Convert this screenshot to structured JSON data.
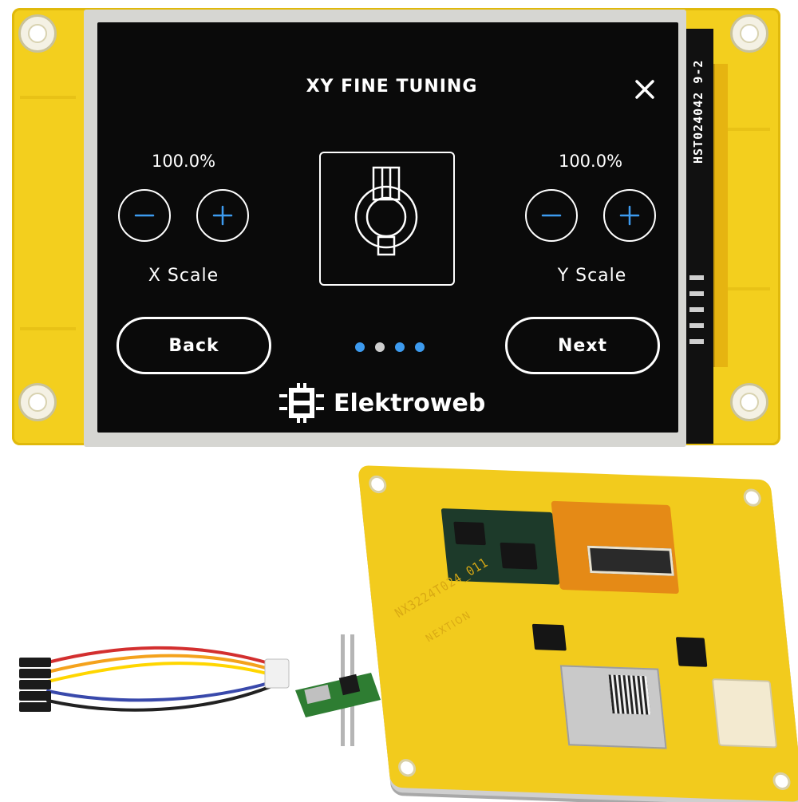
{
  "screen": {
    "title": "XY FINE TUNING",
    "close_icon": "close-icon",
    "x_scale": {
      "value": "100.0%",
      "label": "X Scale",
      "minus_icon": "minus-icon",
      "plus_icon": "plus-icon"
    },
    "y_scale": {
      "value": "100.0%",
      "label": "Y Scale",
      "minus_icon": "minus-icon",
      "plus_icon": "plus-icon"
    },
    "preview_icon": "nozzle-icon",
    "back_label": "Back",
    "next_label": "Next",
    "pagination": {
      "total": 4,
      "active_index": 2,
      "colors": [
        "#3d9bef",
        "#cfcfcf",
        "#3d9bef",
        "#3d9bef"
      ]
    },
    "accent_color": "#3d9bef"
  },
  "watermark": {
    "brand": "Elektroweb",
    "logo_icon": "elektroweb-logo-icon"
  },
  "board_labels": {
    "flex_label": "HST024042 9-2",
    "pcb_model": "NX3224T024_011",
    "pcb_brand": "NEXTION"
  }
}
